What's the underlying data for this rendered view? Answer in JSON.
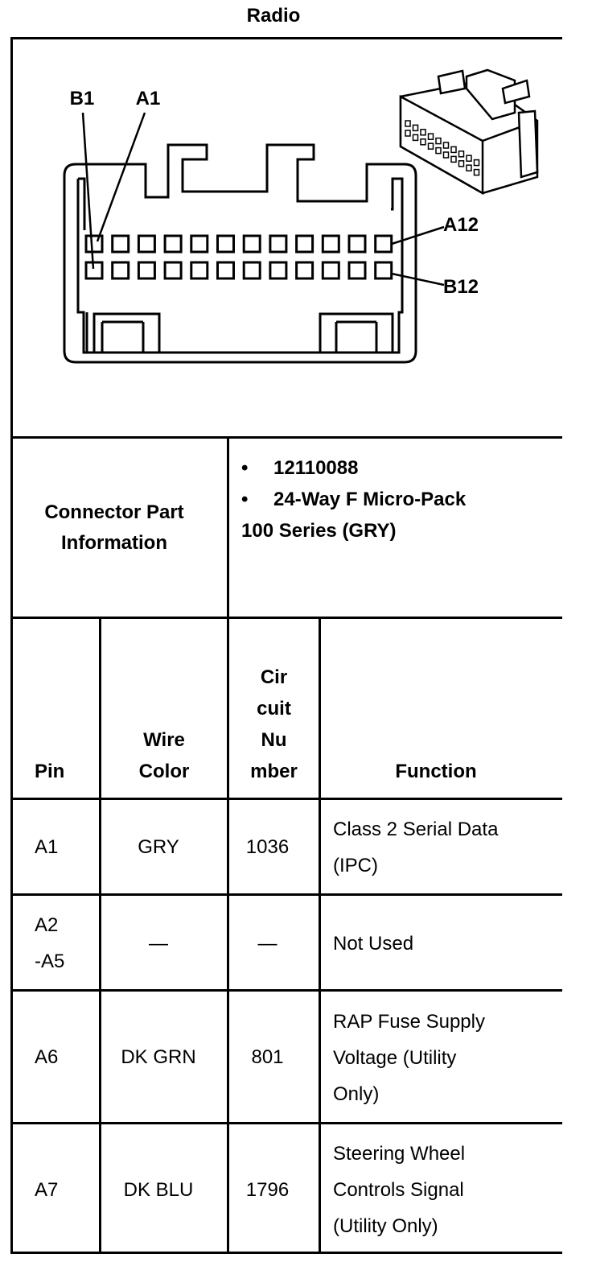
{
  "title": "Radio",
  "diagram": {
    "labels": {
      "b1": "B1",
      "a1": "A1",
      "a12": "A12",
      "b12": "B12"
    }
  },
  "connector_part": {
    "label_line1": "Connector Part",
    "label_line2": "Information",
    "bullet": "•",
    "part_number": "12110088",
    "description": "24-Way F Micro-Pack",
    "series": "100 Series (GRY)"
  },
  "table": {
    "headers": {
      "pin": "Pin",
      "wire_color_1": "Wire",
      "wire_color_2": "Color",
      "circuit_1": "Cir",
      "circuit_2": "cuit",
      "circuit_3": "Nu",
      "circuit_4": "mber",
      "function": "Function"
    },
    "rows": [
      {
        "pin_1": "A1",
        "pin_2": "",
        "wire": "GRY",
        "circuit": "1036",
        "function_1": "Class 2 Serial Data",
        "function_2": "(IPC)",
        "function_3": ""
      },
      {
        "pin_1": "A2",
        "pin_2": "-A5",
        "wire": "—",
        "circuit": "—",
        "function_1": "Not Used",
        "function_2": "",
        "function_3": ""
      },
      {
        "pin_1": "A6",
        "pin_2": "",
        "wire": "DK GRN",
        "circuit": "801",
        "function_1": "RAP Fuse Supply",
        "function_2": "Voltage (Utility",
        "function_3": "Only)"
      },
      {
        "pin_1": "A7",
        "pin_2": "",
        "wire": "DK BLU",
        "circuit": "1796",
        "function_1": "Steering Wheel",
        "function_2": "Controls Signal",
        "function_3": "(Utility Only)"
      }
    ]
  }
}
